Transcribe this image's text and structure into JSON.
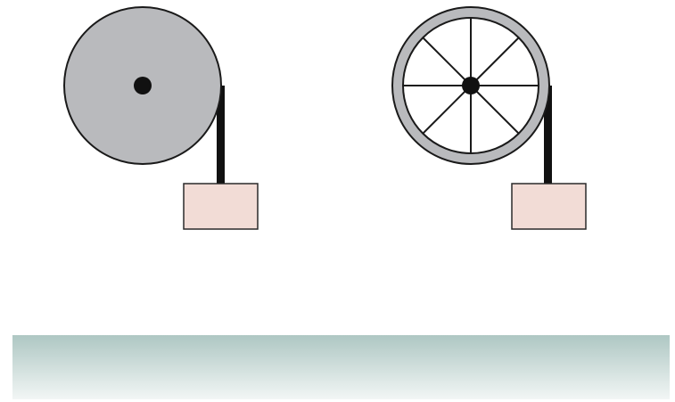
{
  "colors": {
    "background": "#ffffff",
    "solid_disk_fill": "#b9babd",
    "wheel_rim_fill": "#b9babd",
    "wheel_inner_fill": "#ffffff",
    "outline": "#1a1a1a",
    "hub": "#111111",
    "rope": "#111111",
    "block_fill": "#f2dcd6",
    "block_stroke": "#2a2a2a",
    "ground_top": "#aec7c3",
    "ground_bottom": "#f2f6f5"
  },
  "scene": {
    "left_object": "solid-disk-pulley",
    "right_object": "spoked-wheel-pulley",
    "wheel_spokes": 8
  }
}
